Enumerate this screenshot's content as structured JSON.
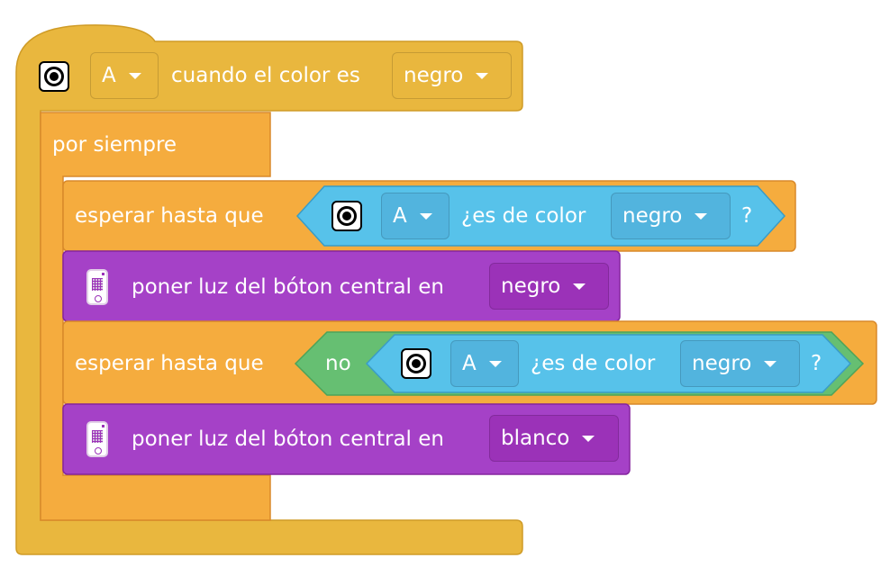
{
  "colors": {
    "event_yellow": "#e9b73e",
    "control_orange": "#f5ac3e",
    "light_purple": "#a541c7",
    "sensor_blue": "#57c2ea",
    "operator_green": "#66bf72"
  },
  "event_block": {
    "icon": "color-sensor-icon",
    "port": "A",
    "label": "cuando el color es",
    "color": "negro"
  },
  "forever_block": {
    "label": "por siempre"
  },
  "wait_block_1": {
    "label": "esperar hasta que",
    "condition": {
      "icon": "color-sensor-icon",
      "port": "A",
      "label": "¿es de color",
      "color": "negro",
      "suffix": "?"
    }
  },
  "light_block_1": {
    "icon": "hub-icon",
    "label": "poner luz del bóton central en",
    "color": "negro"
  },
  "wait_block_2": {
    "label": "esperar hasta que",
    "not_label": "no",
    "condition": {
      "icon": "color-sensor-icon",
      "port": "A",
      "label": "¿es de color",
      "color": "negro",
      "suffix": "?"
    }
  },
  "light_block_2": {
    "icon": "hub-icon",
    "label": "poner luz del bóton central en",
    "color": "blanco"
  }
}
